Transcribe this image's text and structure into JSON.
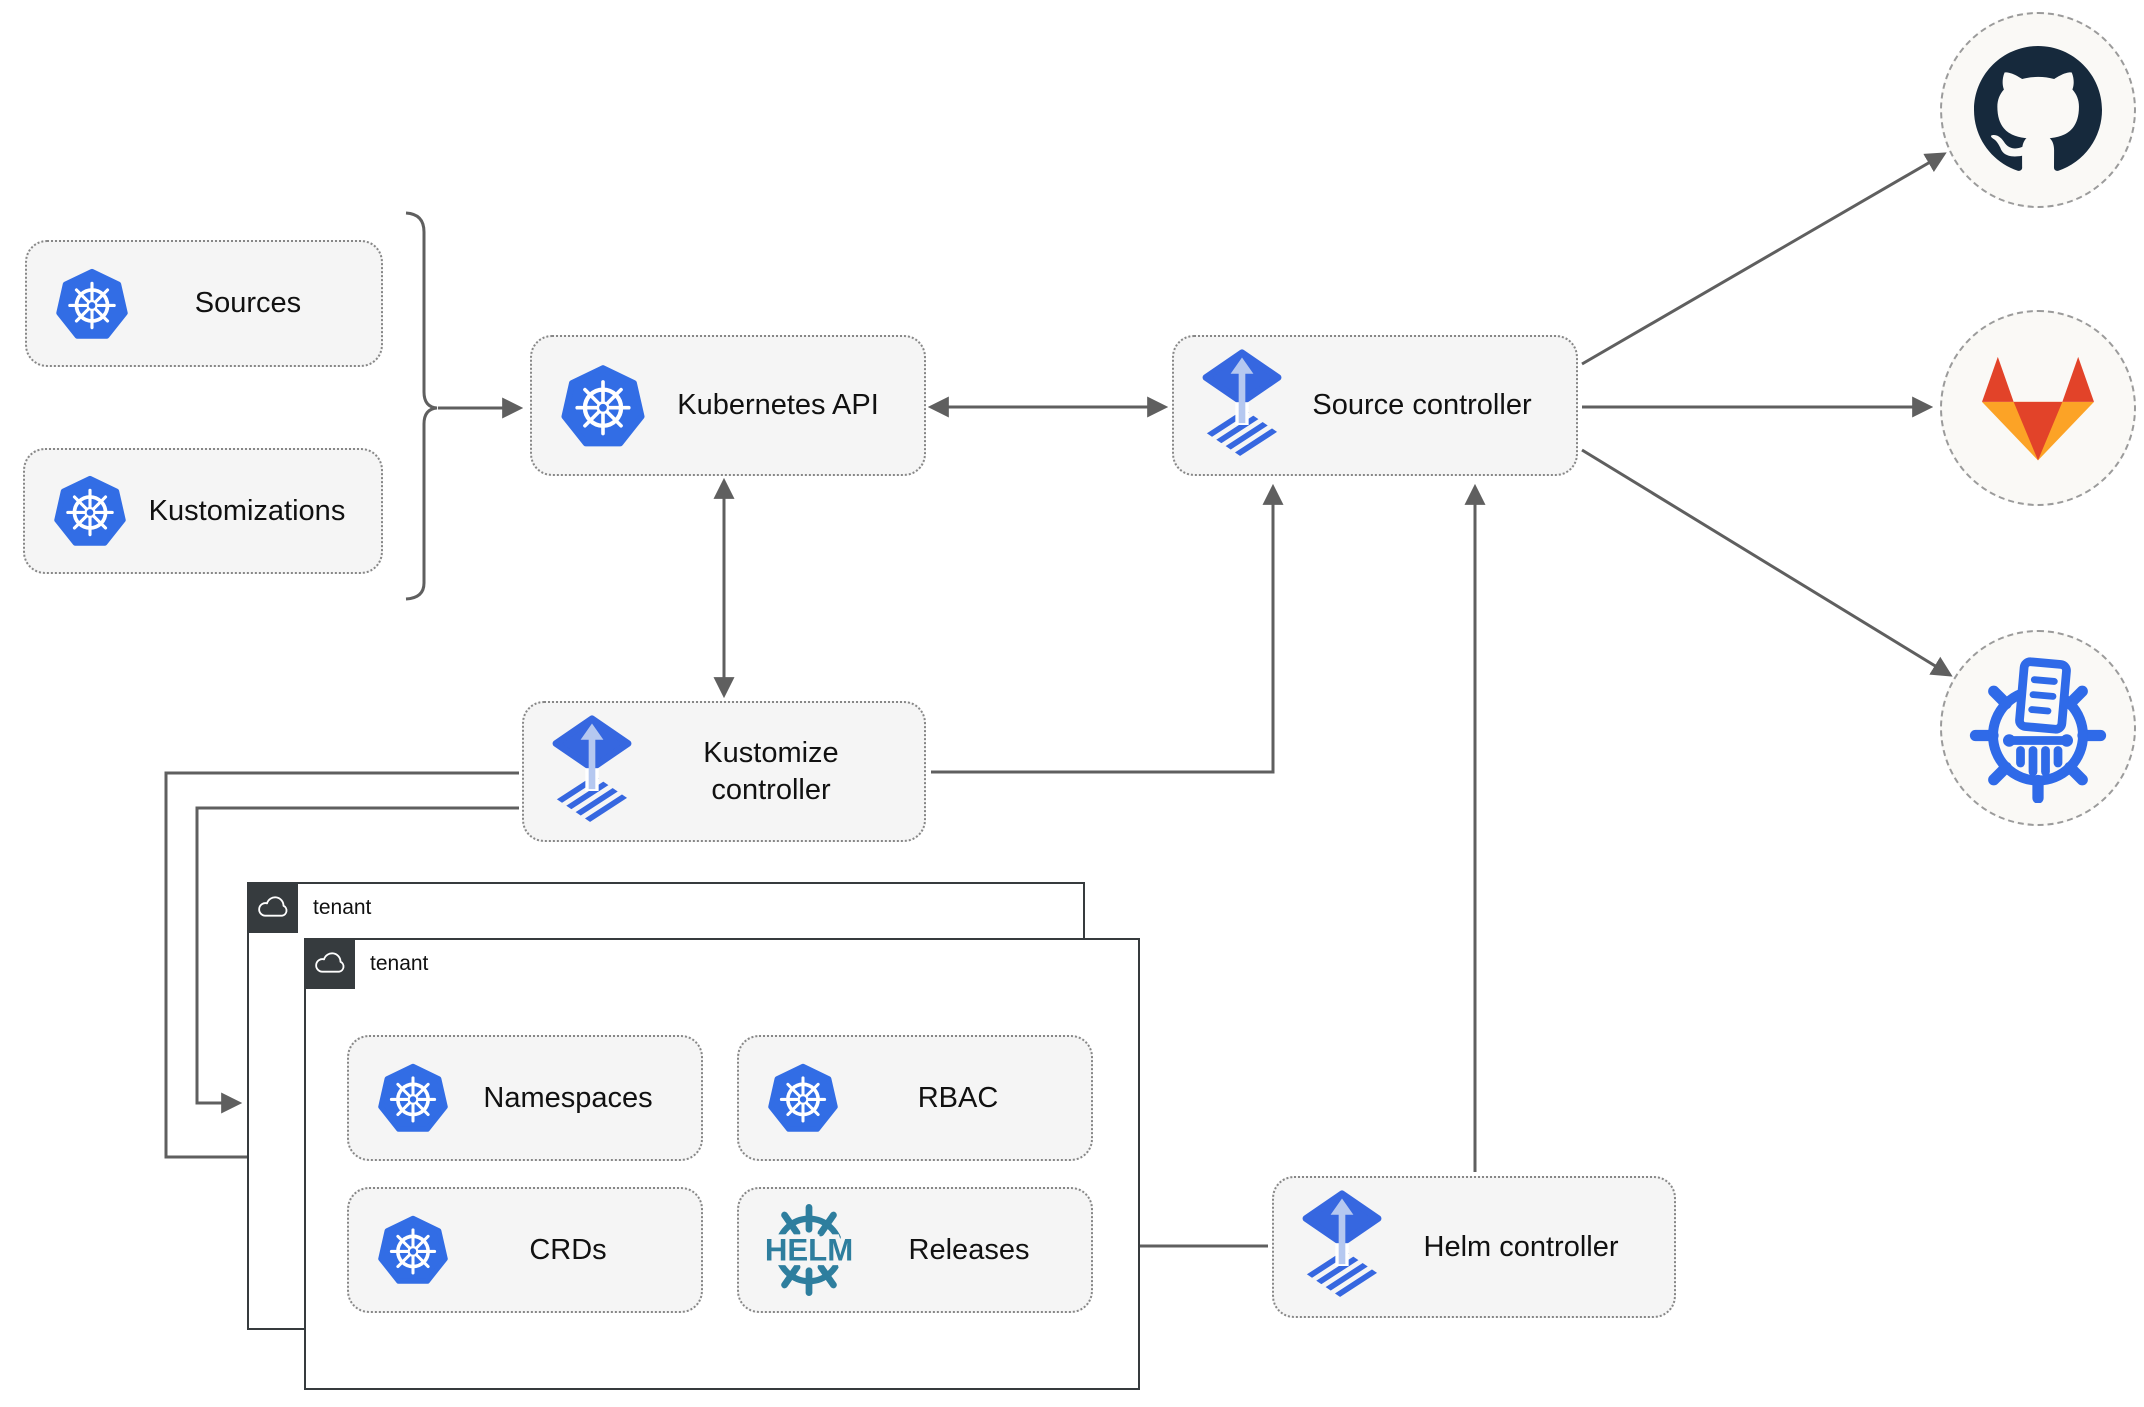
{
  "diagram": {
    "boxes": {
      "sources": {
        "label": "Sources",
        "icon": "kubernetes"
      },
      "kustomizations": {
        "label": "Kustomizations",
        "icon": "kubernetes"
      },
      "kubernetes_api": {
        "label": "Kubernetes API",
        "icon": "kubernetes"
      },
      "source_controller": {
        "label": "Source controller",
        "icon": "flux"
      },
      "kustomize_controller": {
        "label": "Kustomize controller",
        "icon": "flux"
      },
      "helm_controller": {
        "label": "Helm controller",
        "icon": "flux"
      },
      "namespaces": {
        "label": "Namespaces",
        "icon": "kubernetes"
      },
      "rbac": {
        "label": "RBAC",
        "icon": "kubernetes"
      },
      "crds": {
        "label": "CRDs",
        "icon": "kubernetes"
      },
      "releases": {
        "label": "Releases",
        "icon": "helm"
      }
    },
    "tenants": {
      "back": {
        "label": "tenant",
        "icon": "cloud"
      },
      "front": {
        "label": "tenant",
        "icon": "cloud"
      }
    },
    "endpoints": {
      "github": {
        "icon": "github-octocat"
      },
      "gitlab": {
        "icon": "gitlab-tanuki"
      },
      "registry": {
        "icon": "registry-wheel"
      }
    },
    "helm_logo_text": "HELM",
    "colors": {
      "kubernetes_blue": "#326DE5",
      "flux_blue": "#3667E0",
      "flux_arrow_light": "#B5C8F0",
      "helm_teal": "#2E7E9E",
      "github_dark": "#16293C",
      "gitlab_red": "#E24329",
      "gitlab_orange": "#FCA326",
      "registry_blue": "#2F6AE8",
      "connector_gray": "#5f5f5f",
      "node_fill": "#f5f5f5",
      "tenant_tab": "#363b3e"
    },
    "edges": [
      {
        "from": "sources-kustomizations-bracket",
        "to": "kubernetes-api",
        "style": "arrow"
      },
      {
        "from": "kubernetes-api",
        "to": "source-controller",
        "style": "double-arrow"
      },
      {
        "from": "kubernetes-api",
        "to": "kustomize-controller",
        "style": "double-arrow"
      },
      {
        "from": "kustomize-controller",
        "to": "source-controller",
        "style": "arrow"
      },
      {
        "from": "helm-controller",
        "to": "source-controller",
        "style": "arrow"
      },
      {
        "from": "helm-controller",
        "to": "releases",
        "style": "arrow"
      },
      {
        "from": "kustomize-controller",
        "to": "tenant-front",
        "style": "arrow"
      },
      {
        "from": "kustomize-controller",
        "to": "tenant-back",
        "style": "arrow"
      },
      {
        "from": "source-controller",
        "to": "github",
        "style": "arrow"
      },
      {
        "from": "source-controller",
        "to": "gitlab",
        "style": "arrow"
      },
      {
        "from": "source-controller",
        "to": "registry",
        "style": "arrow"
      }
    ]
  }
}
